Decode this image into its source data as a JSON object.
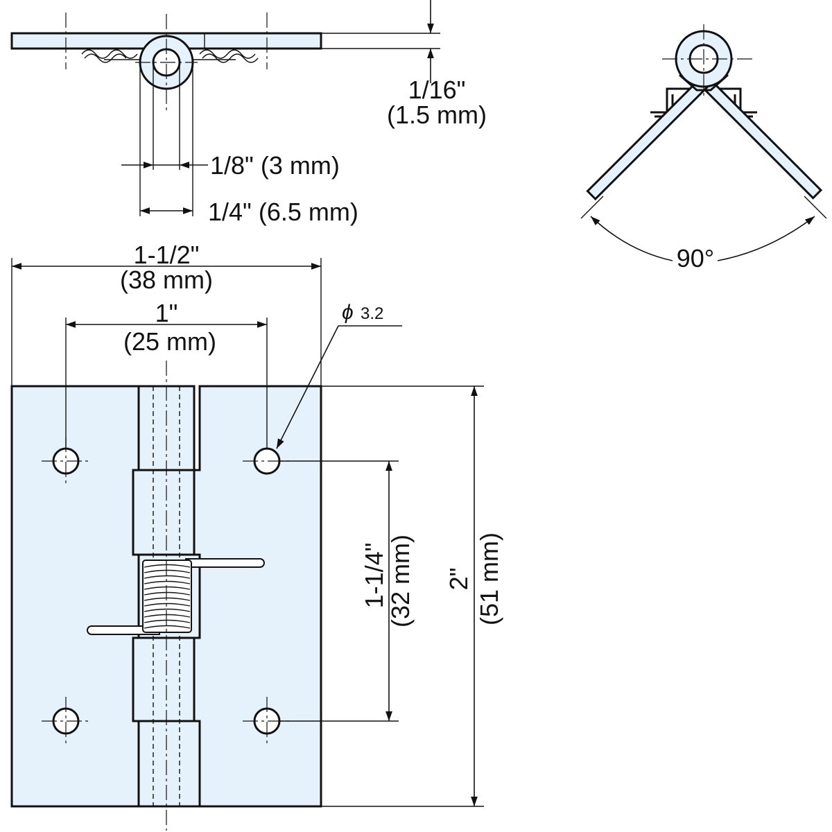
{
  "colors": {
    "part_fill": "#e6f2fb",
    "line": "#111111",
    "background": "#ffffff"
  },
  "dimensions": {
    "thickness": {
      "imperial": "1/16\"",
      "metric": "(1.5 mm)"
    },
    "pin_diameter": {
      "text": "1/8\" (3 mm)"
    },
    "knuckle_diameter": {
      "text": "1/4\" (6.5 mm)"
    },
    "overall_width": {
      "imperial": "1-1/2\"",
      "metric": "(38 mm)"
    },
    "hole_spacing_horizontal": {
      "imperial": "1\"",
      "metric": "(25 mm)"
    },
    "hole_diameter": {
      "symbol": "ϕ",
      "value": "3.2"
    },
    "hole_spacing_vertical": {
      "imperial": "1-1/4\"",
      "metric": "(32 mm)"
    },
    "overall_height": {
      "imperial": "2\"",
      "metric": "(51 mm)"
    },
    "opening_angle": {
      "text": "90°"
    }
  }
}
